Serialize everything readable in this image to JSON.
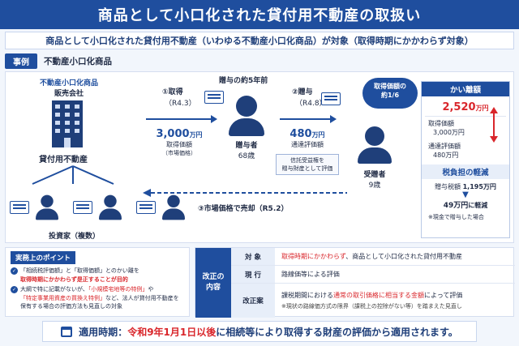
{
  "title": "商品として小口化された貸付用不動産の取扱い",
  "subtitle": "商品として小口化された貸付用不動産（いわゆる不動産小口化商品）が対象（取得時期にかかわらず対象）",
  "example": {
    "tag": "事例",
    "label": "不動産小口化商品"
  },
  "seller": {
    "line1": "不動産小口化商品",
    "line2": "販売会社",
    "property": "貸付用不動産"
  },
  "investors": "投資家（複数）",
  "acquire": {
    "step": "①取得",
    "date": "（R4.3）",
    "amount": "3,000",
    "unit": "万円",
    "label1": "取得価額",
    "label2": "（市場価格）"
  },
  "donor": {
    "note": "贈与の約5年前",
    "label": "贈与者",
    "age": "68歳"
  },
  "gift": {
    "step": "②贈与",
    "date": "（R4.8）",
    "amount": "480",
    "unit": "万円",
    "label": "通達評価額"
  },
  "trust_note": {
    "line1": "信託受益権を",
    "line2": "贈与財産として評価"
  },
  "donee": {
    "label": "受贈者",
    "age": "9歳"
  },
  "ratio_bubble": {
    "line1": "取得価額の",
    "line2": "約1/6"
  },
  "sale": {
    "text": "③市場価格で売却（R5.2）"
  },
  "gap": {
    "head": "かい離額",
    "amount": "2,520",
    "unit": "万円",
    "acq_label": "取得価額",
    "acq_value": "3,000万円",
    "eval_label": "通達評価額",
    "eval_value": "480万円",
    "tax_head": "税負担の軽減",
    "tax_label": "贈与税額",
    "tax_value": "1,195万円",
    "reduced_value": "49万円",
    "reduced_suffix": "に軽減",
    "note": "※現金で贈与した場合"
  },
  "points": {
    "tag": "実務上のポイント",
    "p1_a": "「相続税評価額」と「取得価額」とのかい離を",
    "p1_b": "取得時期にかかわらず是正することが目的",
    "p2_a": "大綱で特に記載がないが、",
    "p2_b": "「小規模宅地等の特例」",
    "p2_c": "や",
    "p2_d": "「特定事業用資産の買換え特例」",
    "p2_e": "など、法人が貸付用不動産を",
    "p2_f": "保有する場合の評価方法も見直しの対象"
  },
  "revision": {
    "label_line1": "改正の",
    "label_line2": "内容",
    "rows": [
      {
        "key": "対 象",
        "val_red": "取得時期にかかわらず",
        "val": "、商品として小口化された貸付用不動産"
      },
      {
        "key": "現 行",
        "val_red": "",
        "val": "路線価等による評価"
      },
      {
        "key": "改正案",
        "val_pre": "課税期間における",
        "val_red": "通常の取引価格に相当する金額",
        "val": "によって評価",
        "note": "※現状の路線価方式の限界（課税上の控除がない等）を踏まえた見直し"
      }
    ]
  },
  "effective": {
    "label": "適用時期：",
    "red": "令和9年1月1日以後",
    "rest": "に相続等により取得する財産の評価から適用されます。"
  }
}
